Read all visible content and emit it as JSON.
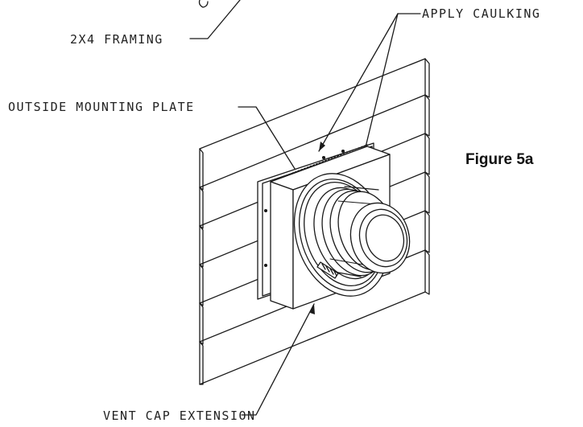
{
  "labels": {
    "framing": "2X4 FRAMING",
    "caulking": "APPLY CAULKING",
    "mounting_plate": "OUTSIDE MOUNTING PLATE",
    "vent_cap": "VENT CAP EXTENSION"
  },
  "figure_caption": "Figure 5a",
  "colors": {
    "line": "#1a1a1a",
    "background": "#ffffff"
  }
}
